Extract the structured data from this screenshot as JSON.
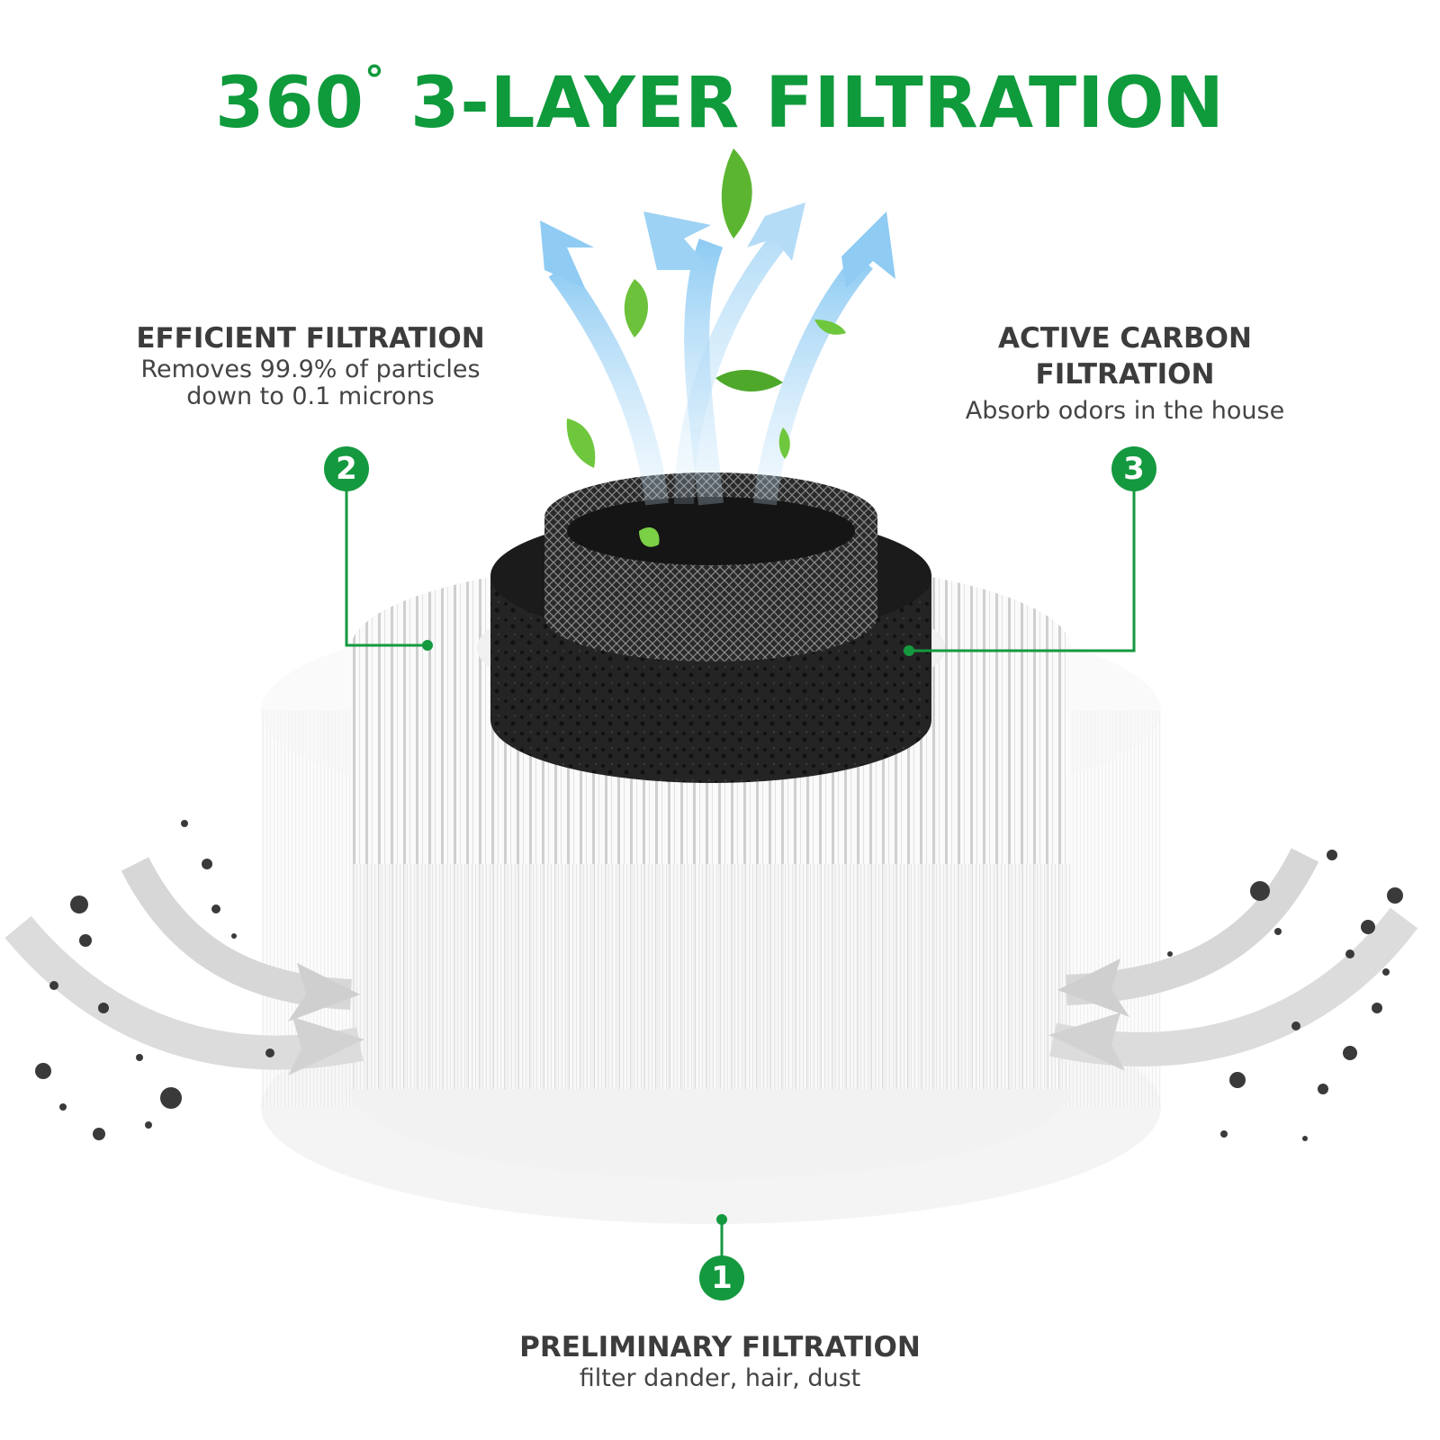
{
  "title": {
    "main": "360",
    "degree": "°",
    "rest": " 3-LAYER FILTRATION"
  },
  "layers": [
    {
      "number": "1",
      "heading": "PRELIMINARY FILTRATION",
      "description": "filter dander, hair, dust"
    },
    {
      "number": "2",
      "heading": "EFFICIENT FILTRATION",
      "description_line1": "Removes 99.9% of particles",
      "description_line2": "down to 0.1 microns"
    },
    {
      "number": "3",
      "heading_line1": "ACTIVE CARBON",
      "heading_line2": "FILTRATION",
      "description": "Absorb odors in the house"
    }
  ],
  "colors": {
    "accent": "#0f9a3c",
    "text": "#3c3c3c",
    "carbon": "#1e1e1e",
    "airflow": "#8ecdf5",
    "leaf": "#5cb531"
  },
  "icons": [
    "leaf-icon",
    "airflow-arrow-icon",
    "intake-arrow-icon",
    "dust-particle-icon"
  ]
}
